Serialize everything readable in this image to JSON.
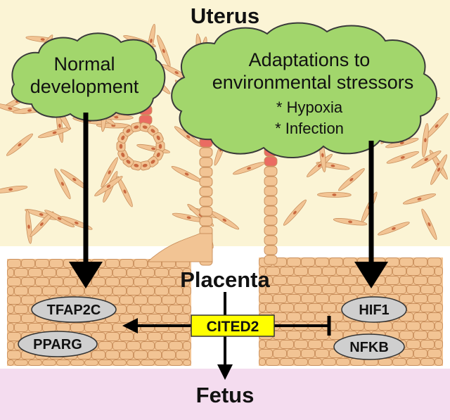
{
  "regions": {
    "uterus": "Uterus",
    "placenta": "Placenta",
    "fetus": "Fetus"
  },
  "clouds": {
    "left": {
      "lines": [
        "Normal",
        "development"
      ]
    },
    "right": {
      "lines": [
        "Adaptations to",
        "environmental stressors"
      ],
      "bullets": [
        "* Hypoxia",
        "* Infection"
      ]
    }
  },
  "factors": {
    "center": "CITED2",
    "left_top": "TFAP2C",
    "left_bottom": "PPARG",
    "right_top": "HIF1",
    "right_bottom": "NFKB"
  },
  "colors": {
    "uterus_bg": "#fbf4d5",
    "fetus_bg": "#f4dcef",
    "cell_fill": "#f2c494",
    "cell_stroke": "#c98f5c",
    "nucleus": "#c9693f",
    "endothelium": "#ea6c62",
    "cloud": "#a2d66c",
    "cited2_box": "#ffff00",
    "factor_oval": "#cfcfcf"
  }
}
